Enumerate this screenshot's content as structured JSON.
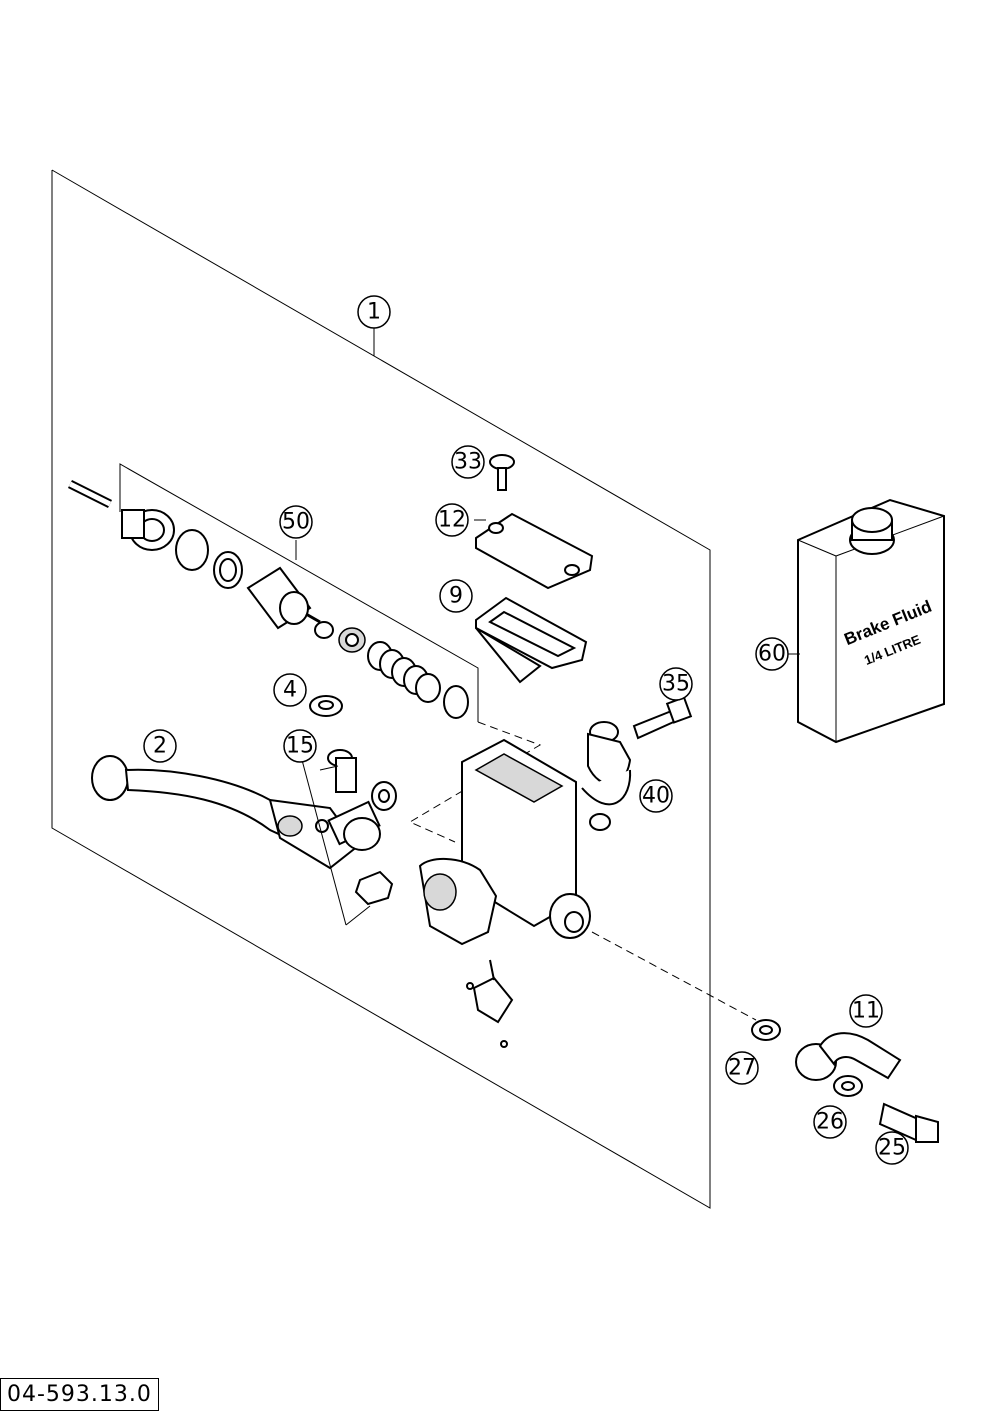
{
  "callouts": [
    {
      "id": "1",
      "label": "1"
    },
    {
      "id": "2",
      "label": "2"
    },
    {
      "id": "4",
      "label": "4"
    },
    {
      "id": "9",
      "label": "9"
    },
    {
      "id": "11",
      "label": "11"
    },
    {
      "id": "12",
      "label": "12"
    },
    {
      "id": "15",
      "label": "15"
    },
    {
      "id": "25",
      "label": "25"
    },
    {
      "id": "26",
      "label": "26"
    },
    {
      "id": "27",
      "label": "27"
    },
    {
      "id": "33",
      "label": "33"
    },
    {
      "id": "35",
      "label": "35"
    },
    {
      "id": "40",
      "label": "40"
    },
    {
      "id": "50",
      "label": "50"
    },
    {
      "id": "60",
      "label": "60"
    }
  ],
  "fluid_label": {
    "line1": "Brake Fluid",
    "line2": "1/4 LITRE"
  },
  "part_code": "04-593.13.0"
}
